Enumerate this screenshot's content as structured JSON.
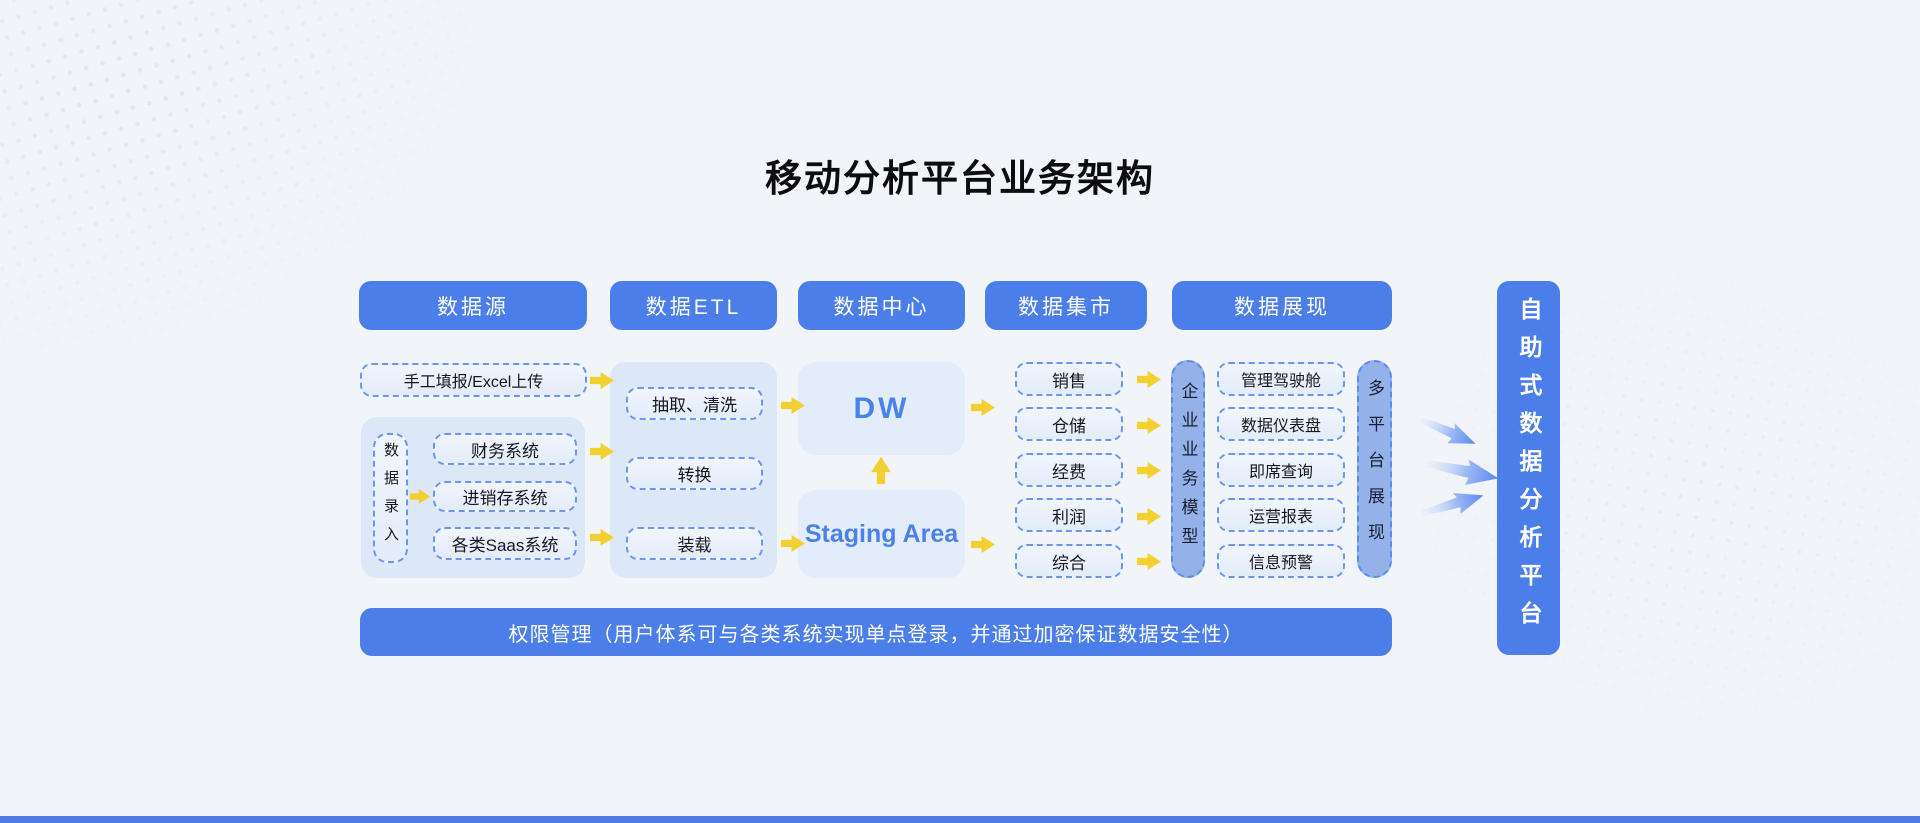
{
  "page": {
    "title": "移动分析平台业务架构"
  },
  "headers": [
    "数据源",
    "数据ETL",
    "数据中心",
    "数据集市",
    "数据展现"
  ],
  "source": {
    "manual_entry": "手工填报/Excel上传",
    "entry_label": "数据录入",
    "systems": [
      "财务系统",
      "进销存系统",
      "各类Saas系统"
    ]
  },
  "etl": {
    "steps": [
      "抽取、清洗",
      "转换",
      "装载"
    ]
  },
  "center": {
    "dw": "DW",
    "staging": "Staging Area"
  },
  "mart": {
    "items": [
      "销售",
      "仓储",
      "经费",
      "利润",
      "综合"
    ],
    "model_label": "企业业务模型"
  },
  "display": {
    "items": [
      "管理驾驶舱",
      "数据仪表盘",
      "即席查询",
      "运营报表",
      "信息预警"
    ],
    "platform_label": "多平台展现"
  },
  "right_panel": {
    "label": "自助式数据分析平台"
  },
  "footer": {
    "label": "权限管理（用户体系可与各类系统实现单点登录，并通过加密保证数据安全性）"
  },
  "colors": {
    "primary": "#4b7ee8",
    "panel": "#dce7f7",
    "node-fill": "#e9effc",
    "node-border": "#6c96ec",
    "pill-fill": "#95b1ea",
    "pill-border": "#5b8be9",
    "accent-yellow": "#f3d032",
    "dw-text": "#4b82e8",
    "background": "#f1f4f9",
    "bottom-strip": "#4d7de1",
    "text-dark": "#1b1b1f"
  }
}
